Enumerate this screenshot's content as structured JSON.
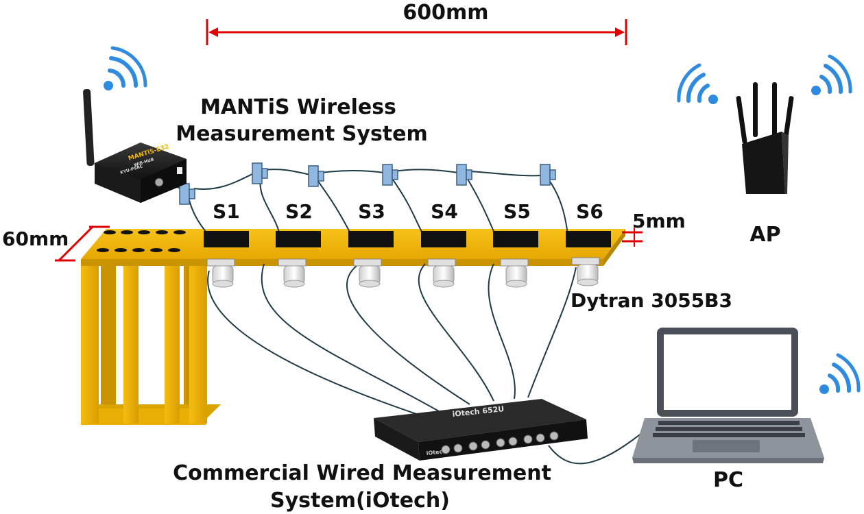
{
  "dimensions": {
    "span": "600mm",
    "width": "60mm",
    "thickness": "5mm"
  },
  "labels": {
    "mantis_line1": "MANTiS Wireless",
    "mantis_line2": "Measurement System",
    "ap": "AP",
    "accelerometer": "Dytran 3055B3",
    "iotech_line1": "Commercial Wired Measurement",
    "iotech_line2": "System(iOtech)",
    "pc": "PC"
  },
  "sensors": [
    "S1",
    "S2",
    "S3",
    "S4",
    "S5",
    "S6"
  ],
  "devices": {
    "hub_model": "MANTiS-E32",
    "hub_sub1": "Wifi-HUB",
    "hub_sub2": "KYU-PSRC",
    "daq_model": "iOtech 652U",
    "daq_brand": "iOtech"
  },
  "colors": {
    "beam": "#F2B705",
    "beam_dark": "#C99400",
    "dimension": "#E00000",
    "wifi": "#2E8BE0",
    "cable": "#1E3A44",
    "connector": "#8FB7E0"
  }
}
